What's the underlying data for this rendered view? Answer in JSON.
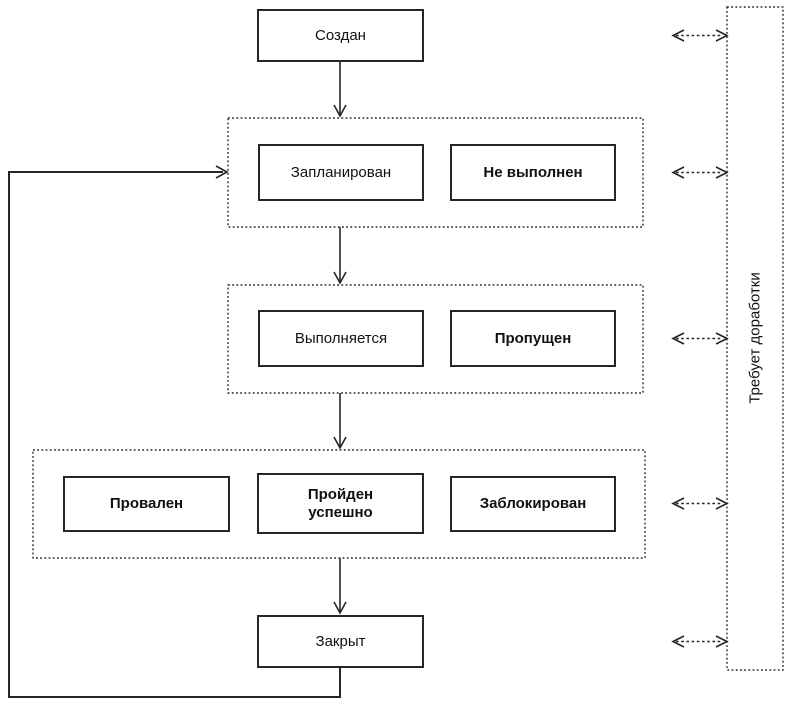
{
  "diagram": {
    "background_color": "#ffffff",
    "line_color": "#262626",
    "text_color": "#111111",
    "top_node": {
      "label": "Создан"
    },
    "groups": [
      {
        "nodes": [
          {
            "label": "Запланирован"
          },
          {
            "label": "Не выполнен"
          }
        ]
      },
      {
        "nodes": [
          {
            "label": "Выполняется"
          },
          {
            "label": "Пропущен"
          }
        ]
      },
      {
        "nodes": [
          {
            "label": "Провален"
          },
          {
            "label": "Пройден успешно"
          },
          {
            "label": "Заблокирован"
          }
        ]
      }
    ],
    "bottom_node": {
      "label": "Закрыт"
    },
    "side_column": {
      "label": "Требует доработки"
    }
  }
}
